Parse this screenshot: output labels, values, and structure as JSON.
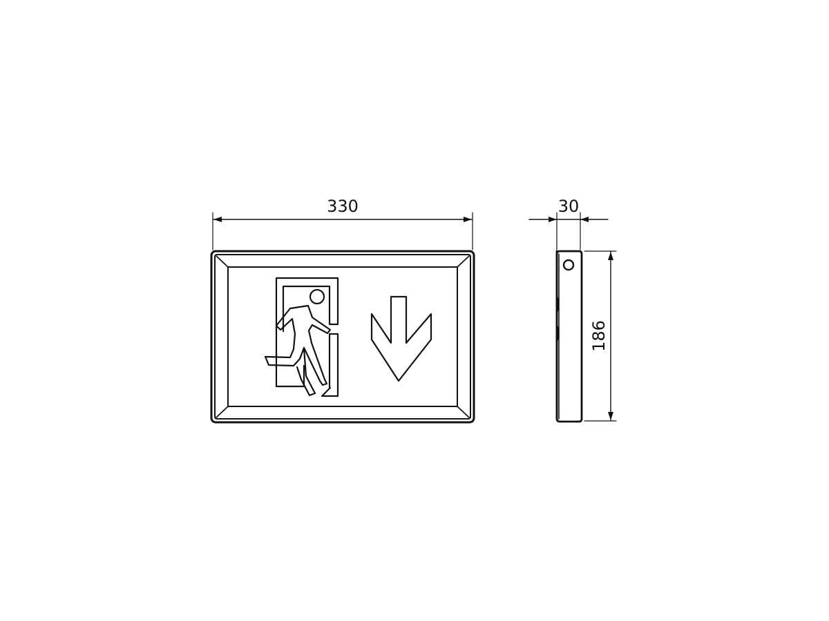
{
  "dimensions": {
    "width": "330",
    "depth": "30",
    "height": "186"
  },
  "symbols": {
    "person": "running-man-exit-icon",
    "door": "exit-door-icon",
    "arrow": "arrow-down-icon"
  },
  "colors": {
    "line": "#111111",
    "background": "#ffffff"
  }
}
